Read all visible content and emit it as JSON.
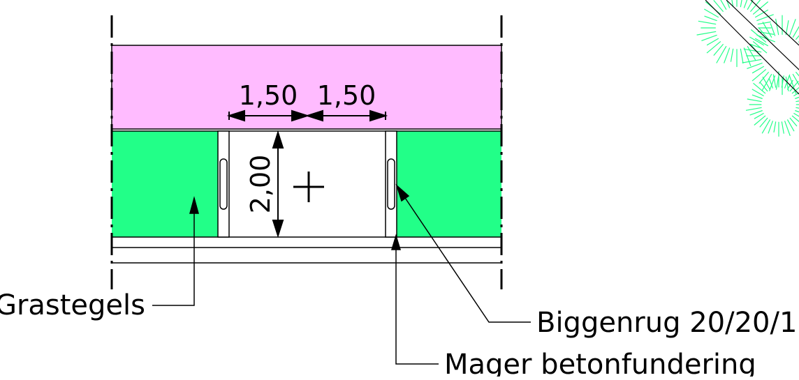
{
  "drawing": {
    "dimensions": {
      "width_left": "1,50",
      "width_right": "1,50",
      "depth": "2,00"
    },
    "labels": {
      "grass_tiles": "Grastegels",
      "kerb": "Biggenrug 20/20/1",
      "foundation": "Mager betonfundering"
    },
    "colors": {
      "verge": "#ffbbff",
      "grass": "#22ff88",
      "line": "#000000",
      "tree": "#22ff88"
    }
  }
}
